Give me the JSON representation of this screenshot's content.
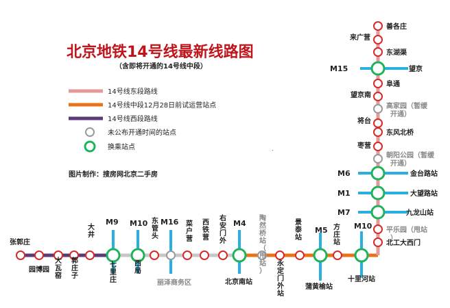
{
  "title": "北京地铁14号线最新线路图",
  "subtitle": "（含即将开通的14号线中段）",
  "credit": "图片制作：搜房网北京二手房",
  "colors": {
    "east": "#e29a9a",
    "middle": "#e8731a",
    "west": "#5b3a7a",
    "grey": "#b8b8b8",
    "transfer": "#1fb25a",
    "station": "#d42a2a",
    "link": "#2ab0e0",
    "title": "#c0141a",
    "pending_text": "#888888"
  },
  "legend": [
    {
      "label": "14号线东段路线",
      "kind": "east-line"
    },
    {
      "label": "14号线中段12月28日前试运营站点",
      "kind": "middle-line"
    },
    {
      "label": "14号线西段路线",
      "kind": "west-line"
    },
    {
      "label": "未公布开通时间的站点",
      "kind": "pending-station"
    },
    {
      "label": "换乘站点",
      "kind": "transfer-station"
    }
  ],
  "transfer_lines": [
    "M15",
    "M6",
    "M1",
    "M7",
    "M10",
    "M9",
    "M10",
    "M16",
    "M4",
    "M5"
  ],
  "stations": [
    {
      "name": "善各庄"
    },
    {
      "name": "来广营"
    },
    {
      "name": "东湖渠"
    },
    {
      "name": "望京"
    },
    {
      "name": "阜通"
    },
    {
      "name": "望京南"
    },
    {
      "name": "高家园（暂缓开通）"
    },
    {
      "name": "将台"
    },
    {
      "name": "东风北桥"
    },
    {
      "name": "枣营"
    },
    {
      "name": "朝阳公园（暂缓开通）"
    },
    {
      "name": "金台路站"
    },
    {
      "name": "大望路站"
    },
    {
      "name": "九龙山站"
    },
    {
      "name": "平乐园（甩站）"
    },
    {
      "name": "北工大西门"
    },
    {
      "name": "十里河站"
    },
    {
      "name": "方庄站"
    },
    {
      "name": "蒲黄榆站"
    },
    {
      "name": "景泰站"
    },
    {
      "name": "永定门外站"
    },
    {
      "name": "陶然桥站（甩站）"
    },
    {
      "name": "北京南站"
    },
    {
      "name": "右安门外"
    },
    {
      "name": "西铁营"
    },
    {
      "name": "菜户营"
    },
    {
      "name": "丽泽商务区"
    },
    {
      "name": "东管头"
    },
    {
      "name": "西局"
    },
    {
      "name": "七里庄"
    },
    {
      "name": "大井"
    },
    {
      "name": "郭庄子"
    },
    {
      "name": "大瓦窑"
    },
    {
      "name": "园博园"
    },
    {
      "name": "张郭庄"
    }
  ]
}
